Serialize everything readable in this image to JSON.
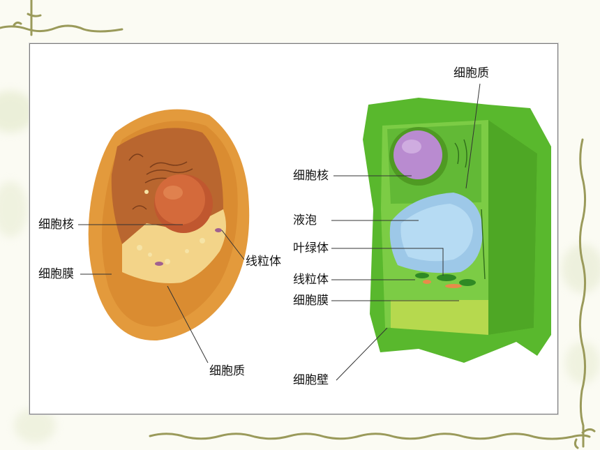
{
  "animal_cell": {
    "nucleus_label": "细胞核",
    "membrane_label": "细胞膜",
    "mitochondria_label": "线粒体",
    "cytoplasm_label": "细胞质"
  },
  "plant_cell": {
    "cytoplasm_label": "细胞质",
    "nucleus_label": "细胞核",
    "vacuole_label": "液泡",
    "chloroplast_label": "叶绿体",
    "mitochondria_label": "线粒体",
    "membrane_label": "细胞膜",
    "cell_wall_label": "细胞壁"
  },
  "colors": {
    "vine": "#9a9a5a",
    "animal_outer": "#e39a3c",
    "plant_green": "#59b82d",
    "nucleus_plant": "#b98bd0",
    "vacuole": "#9dc8e8"
  }
}
